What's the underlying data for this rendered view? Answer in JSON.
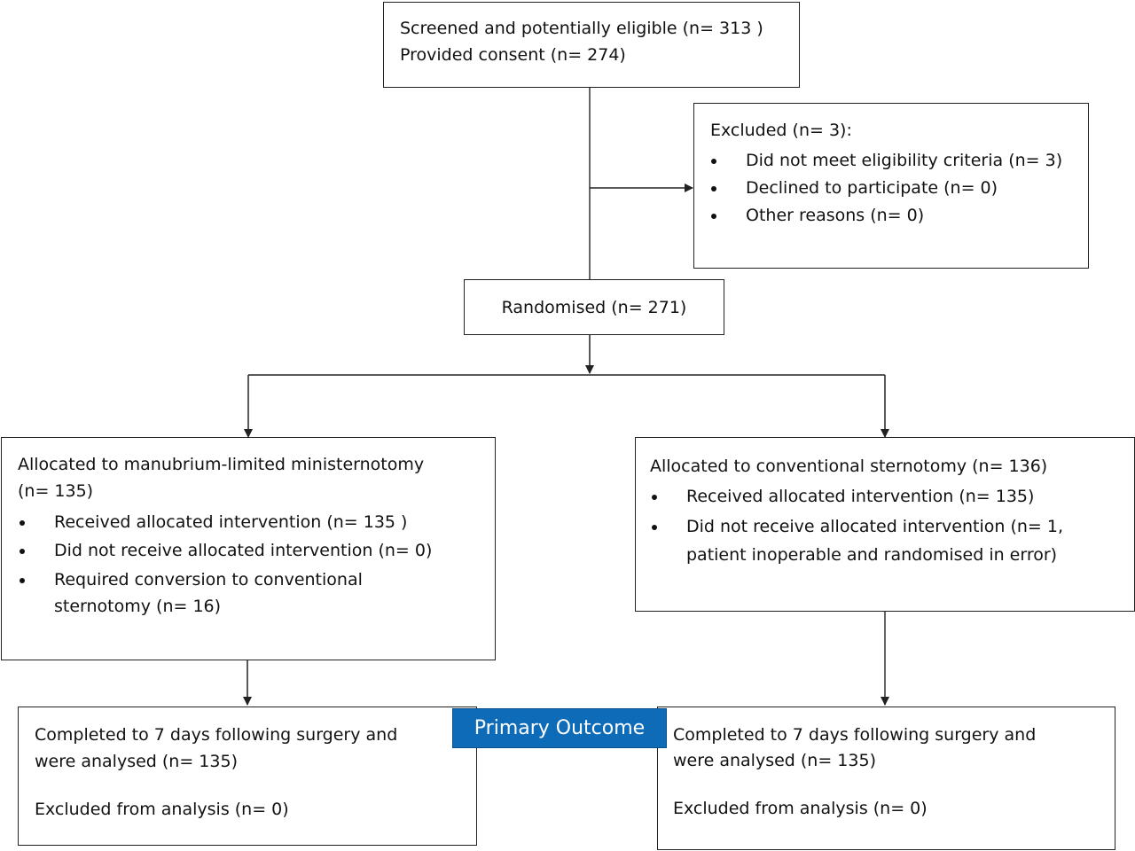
{
  "screening": {
    "line1": "Screened and potentially eligible (n= 313 )",
    "line2": "Provided consent (n= 274)"
  },
  "excluded": {
    "title": "Excluded (n= 3):",
    "items": [
      "Did not meet eligibility criteria (n= 3)",
      "Declined to participate (n= 0)",
      "Other reasons (n= 0)"
    ]
  },
  "randomised": {
    "label": "Randomised (n= 271)"
  },
  "arm_left": {
    "title_line1": "Allocated to manubrium-limited ministernotomy",
    "title_line2": "(n= 135)",
    "items": [
      "Received allocated intervention (n= 135 )",
      "Did not receive allocated intervention (n= 0)",
      "Required conversion to conventional",
      "sternotomy (n= 16)"
    ]
  },
  "arm_right": {
    "title": "Allocated to conventional sternotomy (n= 136)",
    "items": [
      "Received allocated intervention (n= 135)",
      "Did not receive allocated intervention (n= 1,",
      "patient inoperable and randomised in error)"
    ]
  },
  "analysis_left": {
    "line1": "Completed to 7 days following surgery and",
    "line2": "were analysed (n= 135)",
    "excluded": "Excluded from analysis (n= 0)"
  },
  "analysis_right": {
    "line1": "Completed to 7 days following surgery and",
    "line2": "were analysed (n= 135)",
    "excluded": "Excluded from analysis (n= 0)"
  },
  "primary_outcome": {
    "label": "Primary Outcome",
    "color": "#0e6bb7"
  }
}
